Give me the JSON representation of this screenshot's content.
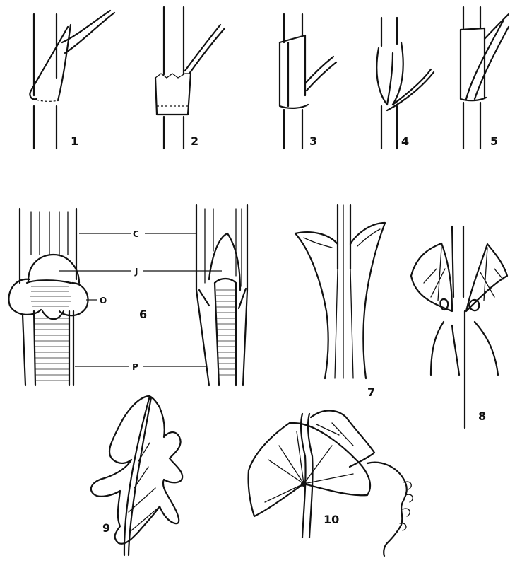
{
  "figures": {
    "fig1": {
      "number": "1"
    },
    "fig2": {
      "number": "2"
    },
    "fig3": {
      "number": "3"
    },
    "fig4": {
      "number": "4"
    },
    "fig5": {
      "number": "5"
    },
    "fig6": {
      "number": "6",
      "labels": {
        "c": "C",
        "j": "J",
        "o": "O",
        "p": "P"
      }
    },
    "fig7": {
      "number": "7"
    },
    "fig8": {
      "number": "8"
    },
    "fig9": {
      "number": "9"
    },
    "fig10": {
      "number": "10"
    }
  }
}
